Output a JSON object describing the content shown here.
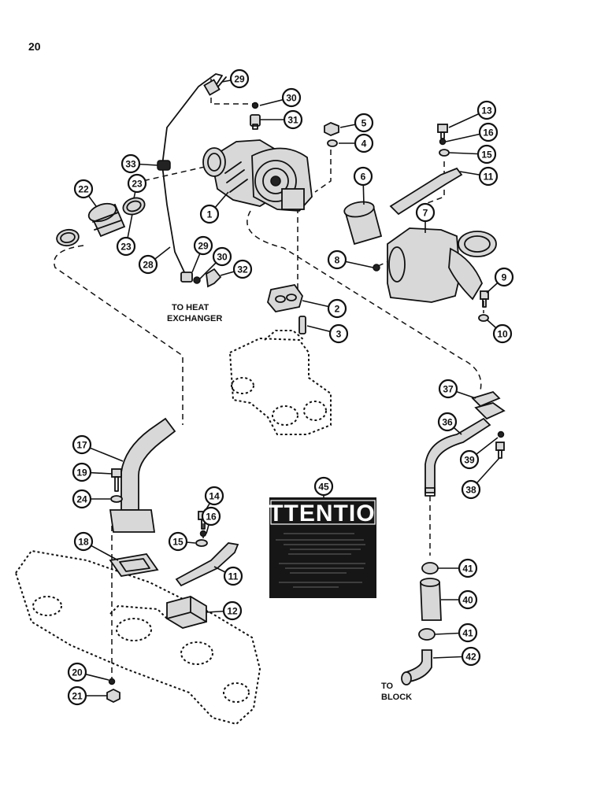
{
  "page": {
    "number": "20"
  },
  "labels": {
    "heat_exchanger_line1": "TO HEAT",
    "heat_exchanger_line2": "EXCHANGER",
    "block_line1": "TO",
    "block_line2": "BLOCK",
    "attention_title": "ATTENTION"
  },
  "callouts": [
    "1",
    "2",
    "3",
    "4",
    "5",
    "6",
    "7",
    "8",
    "9",
    "10",
    "11",
    "12",
    "13",
    "14",
    "15",
    "16",
    "17",
    "18",
    "19",
    "20",
    "21",
    "22",
    "23",
    "24",
    "28",
    "29",
    "30",
    "31",
    "32",
    "33",
    "36",
    "37",
    "38",
    "39",
    "40",
    "41",
    "42",
    "45"
  ]
}
